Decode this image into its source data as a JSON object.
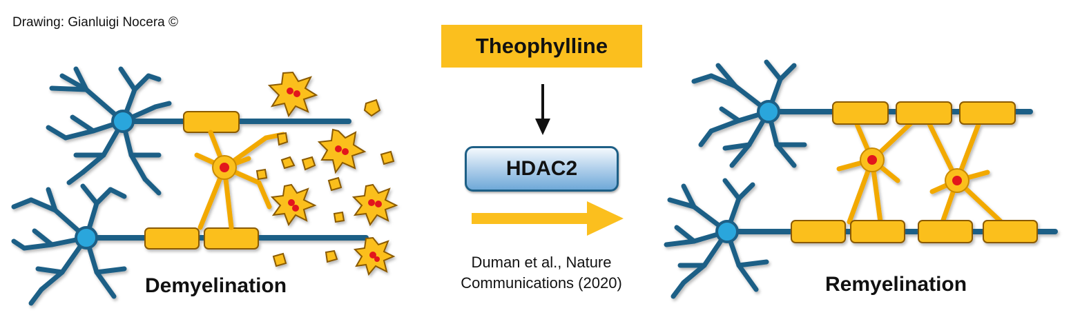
{
  "credit": "Drawing: Gianluigi Nocera ©",
  "drug": {
    "label": "Theophylline",
    "color": "#fbbf1e"
  },
  "target": {
    "label": "HDAC2"
  },
  "citation": {
    "line1": "Duman et al., Nature",
    "line2": "Communications (2020)"
  },
  "left_panel": {
    "label": "Demyelination"
  },
  "right_panel": {
    "label": "Remyelination"
  },
  "colors": {
    "neuron": "#1d5f86",
    "myelin": "#fbbf1e",
    "nucleus": "#e2141e",
    "arrow": "#fbbf1e"
  },
  "icons": [
    "neuron-icon",
    "oligodendrocyte-icon",
    "myelin-sheath-icon",
    "debris-icon",
    "down-arrow-icon",
    "right-arrow-icon"
  ]
}
